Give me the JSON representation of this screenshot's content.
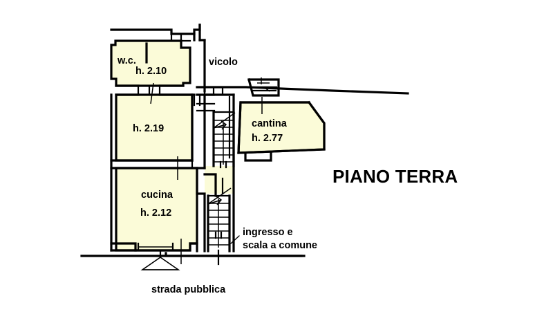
{
  "document": {
    "type": "architectural-floor-plan",
    "title": "PIANO TERRA",
    "background_color": "#ffffff",
    "room_fill_color": "#FBFBD8",
    "line_color": "#000000"
  },
  "title_block": {
    "title": "PIANO TERRA"
  },
  "rooms": [
    {
      "id": "wc",
      "name": "w.c.",
      "height_label": "h. 2.10",
      "fill": "#FBFBD8"
    },
    {
      "id": "room-219",
      "name": "",
      "height_label": "h. 2.19",
      "fill": "#FBFBD8"
    },
    {
      "id": "cucina",
      "name": "cucina",
      "height_label": "h. 2.12",
      "fill": "#FBFBD8"
    },
    {
      "id": "cantina",
      "name": "cantina",
      "height_label": "h. 2.77",
      "fill": "#FBFBD8"
    }
  ],
  "annotations": {
    "vicolo": "vicolo",
    "ingresso_line1": "ingresso e",
    "ingresso_line2": "scala a comune",
    "strada": "strada pubblica"
  },
  "features": {
    "stair_upper": "staircase",
    "stair_lower": "staircase",
    "entry_marker": "entry-direction-marker"
  }
}
